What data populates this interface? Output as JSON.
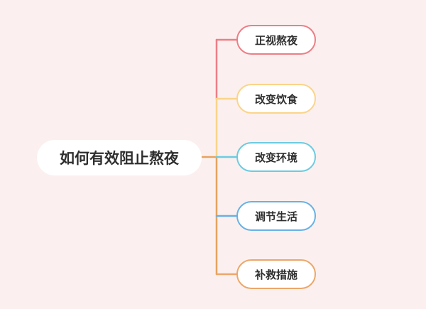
{
  "diagram": {
    "root": {
      "label": "如何有效阻止熬夜"
    },
    "branches": [
      {
        "label": "正视熬夜",
        "color": "#ee7d86"
      },
      {
        "label": "改变饮食",
        "color": "#fbd48a"
      },
      {
        "label": "改变环境",
        "color": "#6ccbe1"
      },
      {
        "label": "调节生活",
        "color": "#68b1e5"
      },
      {
        "label": "补救措施",
        "color": "#eca76a"
      }
    ],
    "connector_color": "#e6a35f"
  }
}
